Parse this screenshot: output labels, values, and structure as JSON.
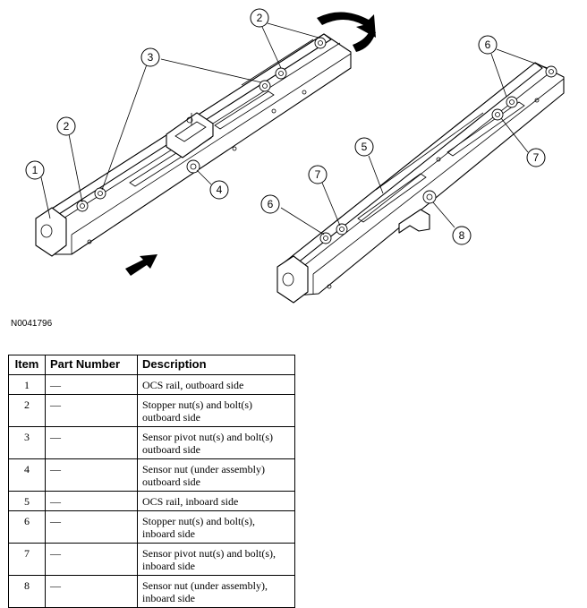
{
  "figure": {
    "id": "N0041796",
    "callouts": {
      "left": [
        "1",
        "2",
        "3",
        "2",
        "4"
      ],
      "right": [
        "6",
        "7",
        "5",
        "6",
        "7",
        "8"
      ]
    }
  },
  "table": {
    "headers": {
      "item": "Item",
      "part_number": "Part Number",
      "description": "Description"
    },
    "rows": [
      {
        "item": "1",
        "part_number": "—",
        "description": "OCS rail, outboard side"
      },
      {
        "item": "2",
        "part_number": "—",
        "description": "Stopper nut(s) and bolt(s) outboard side"
      },
      {
        "item": "3",
        "part_number": "—",
        "description": "Sensor pivot nut(s) and bolt(s) outboard side"
      },
      {
        "item": "4",
        "part_number": "—",
        "description": "Sensor nut (under assembly) outboard side"
      },
      {
        "item": "5",
        "part_number": "—",
        "description": "OCS rail, inboard side"
      },
      {
        "item": "6",
        "part_number": "—",
        "description": "Stopper nut(s) and bolt(s), inboard side"
      },
      {
        "item": "7",
        "part_number": "—",
        "description": "Sensor pivot nut(s) and bolt(s), inboard side"
      },
      {
        "item": "8",
        "part_number": "—",
        "description": "Sensor nut (under assembly), inboard side"
      }
    ]
  }
}
